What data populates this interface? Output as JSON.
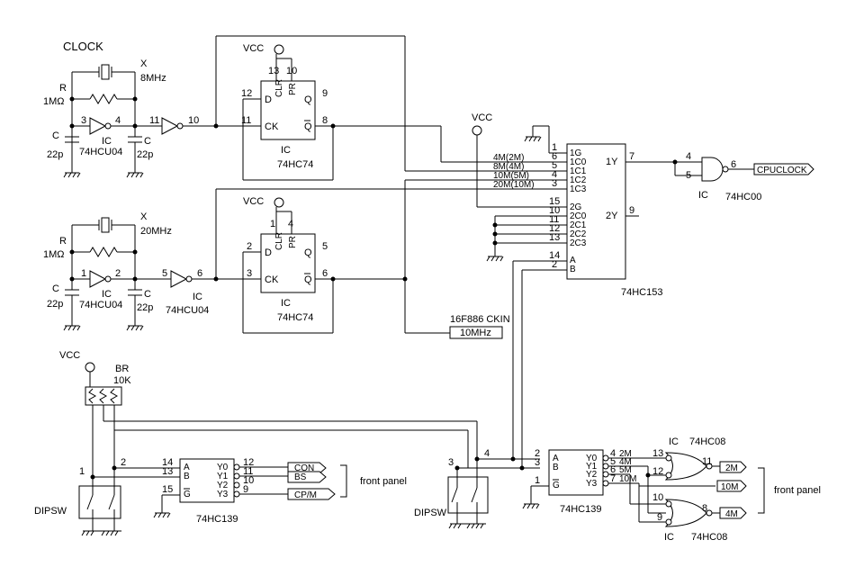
{
  "title": "CLOCK",
  "supply": "VCC",
  "labels": {
    "ic": "IC",
    "r": "R",
    "r_value": "1MΩ",
    "c": "C",
    "c_value": "22p",
    "x": "X",
    "x1_value": "8MHz",
    "x2_value": "20MHz",
    "hcu04": "74HCU04",
    "hc74": "74HC74",
    "hc153": "74HC153",
    "hc139": "74HC139",
    "hc00": "74HC00",
    "hc08": "74HC08",
    "dipsw": "DIPSW",
    "br": "BR",
    "br_value": "10K",
    "front_panel": "front panel",
    "ckin": "16F886 CKIN",
    "ckin_port": "10MHz",
    "cpu_clock": "CPUCLOCK",
    "ff": {
      "d": "D",
      "ck": "CK",
      "q": "Q",
      "qbar": "Q",
      "clr": "CLR",
      "pr": "PR"
    },
    "mux": {
      "g1": "1G",
      "c10": "1C0",
      "c11": "1C1",
      "c12": "1C2",
      "c13": "1C3",
      "g2": "2G",
      "c20": "2C0",
      "c21": "2C1",
      "c22": "2C2",
      "c23": "2C3",
      "y1": "1Y",
      "y2": "2Y",
      "a": "A",
      "b": "B"
    },
    "dec": {
      "a": "A",
      "b": "B",
      "g": "G",
      "y0": "Y0",
      "y1": "Y1",
      "y2": "Y2",
      "y3": "Y3"
    },
    "freq": {
      "f4": "4M(2M)",
      "f8": "8M(4M)",
      "f10": "10M(5M)",
      "f20": "20M(10M)"
    },
    "panel_left": [
      "CON",
      "BS",
      "CP/M"
    ],
    "panel_right": [
      "2M",
      "10M",
      "4M"
    ],
    "dec2_out": [
      "2M",
      "4M",
      "5M",
      "10M"
    ]
  },
  "pins": {
    "osc1": [
      "3",
      "4"
    ],
    "buf1": [
      "11",
      "10"
    ],
    "ff1": [
      "12",
      "11",
      "13",
      "10",
      "9",
      "8"
    ],
    "osc2": [
      "1",
      "2"
    ],
    "buf2": [
      "5",
      "6"
    ],
    "ff2": [
      "2",
      "3",
      "1",
      "4",
      "5",
      "6"
    ],
    "mux": [
      "1",
      "6",
      "5",
      "4",
      "3",
      "15",
      "10",
      "11",
      "12",
      "13",
      "14",
      "2",
      "7",
      "9"
    ],
    "nand": [
      "4",
      "5",
      "6"
    ],
    "dec1": [
      "14",
      "13",
      "15",
      "12",
      "11",
      "10",
      "9"
    ],
    "dipsw1": [
      "1",
      "2"
    ],
    "dipsw2": [
      "3",
      "4"
    ],
    "dec2": [
      "2",
      "3",
      "1",
      "4",
      "5",
      "6",
      "7"
    ],
    "and1": [
      "13",
      "12",
      "11"
    ],
    "and2": [
      "10",
      "9",
      "8"
    ]
  }
}
